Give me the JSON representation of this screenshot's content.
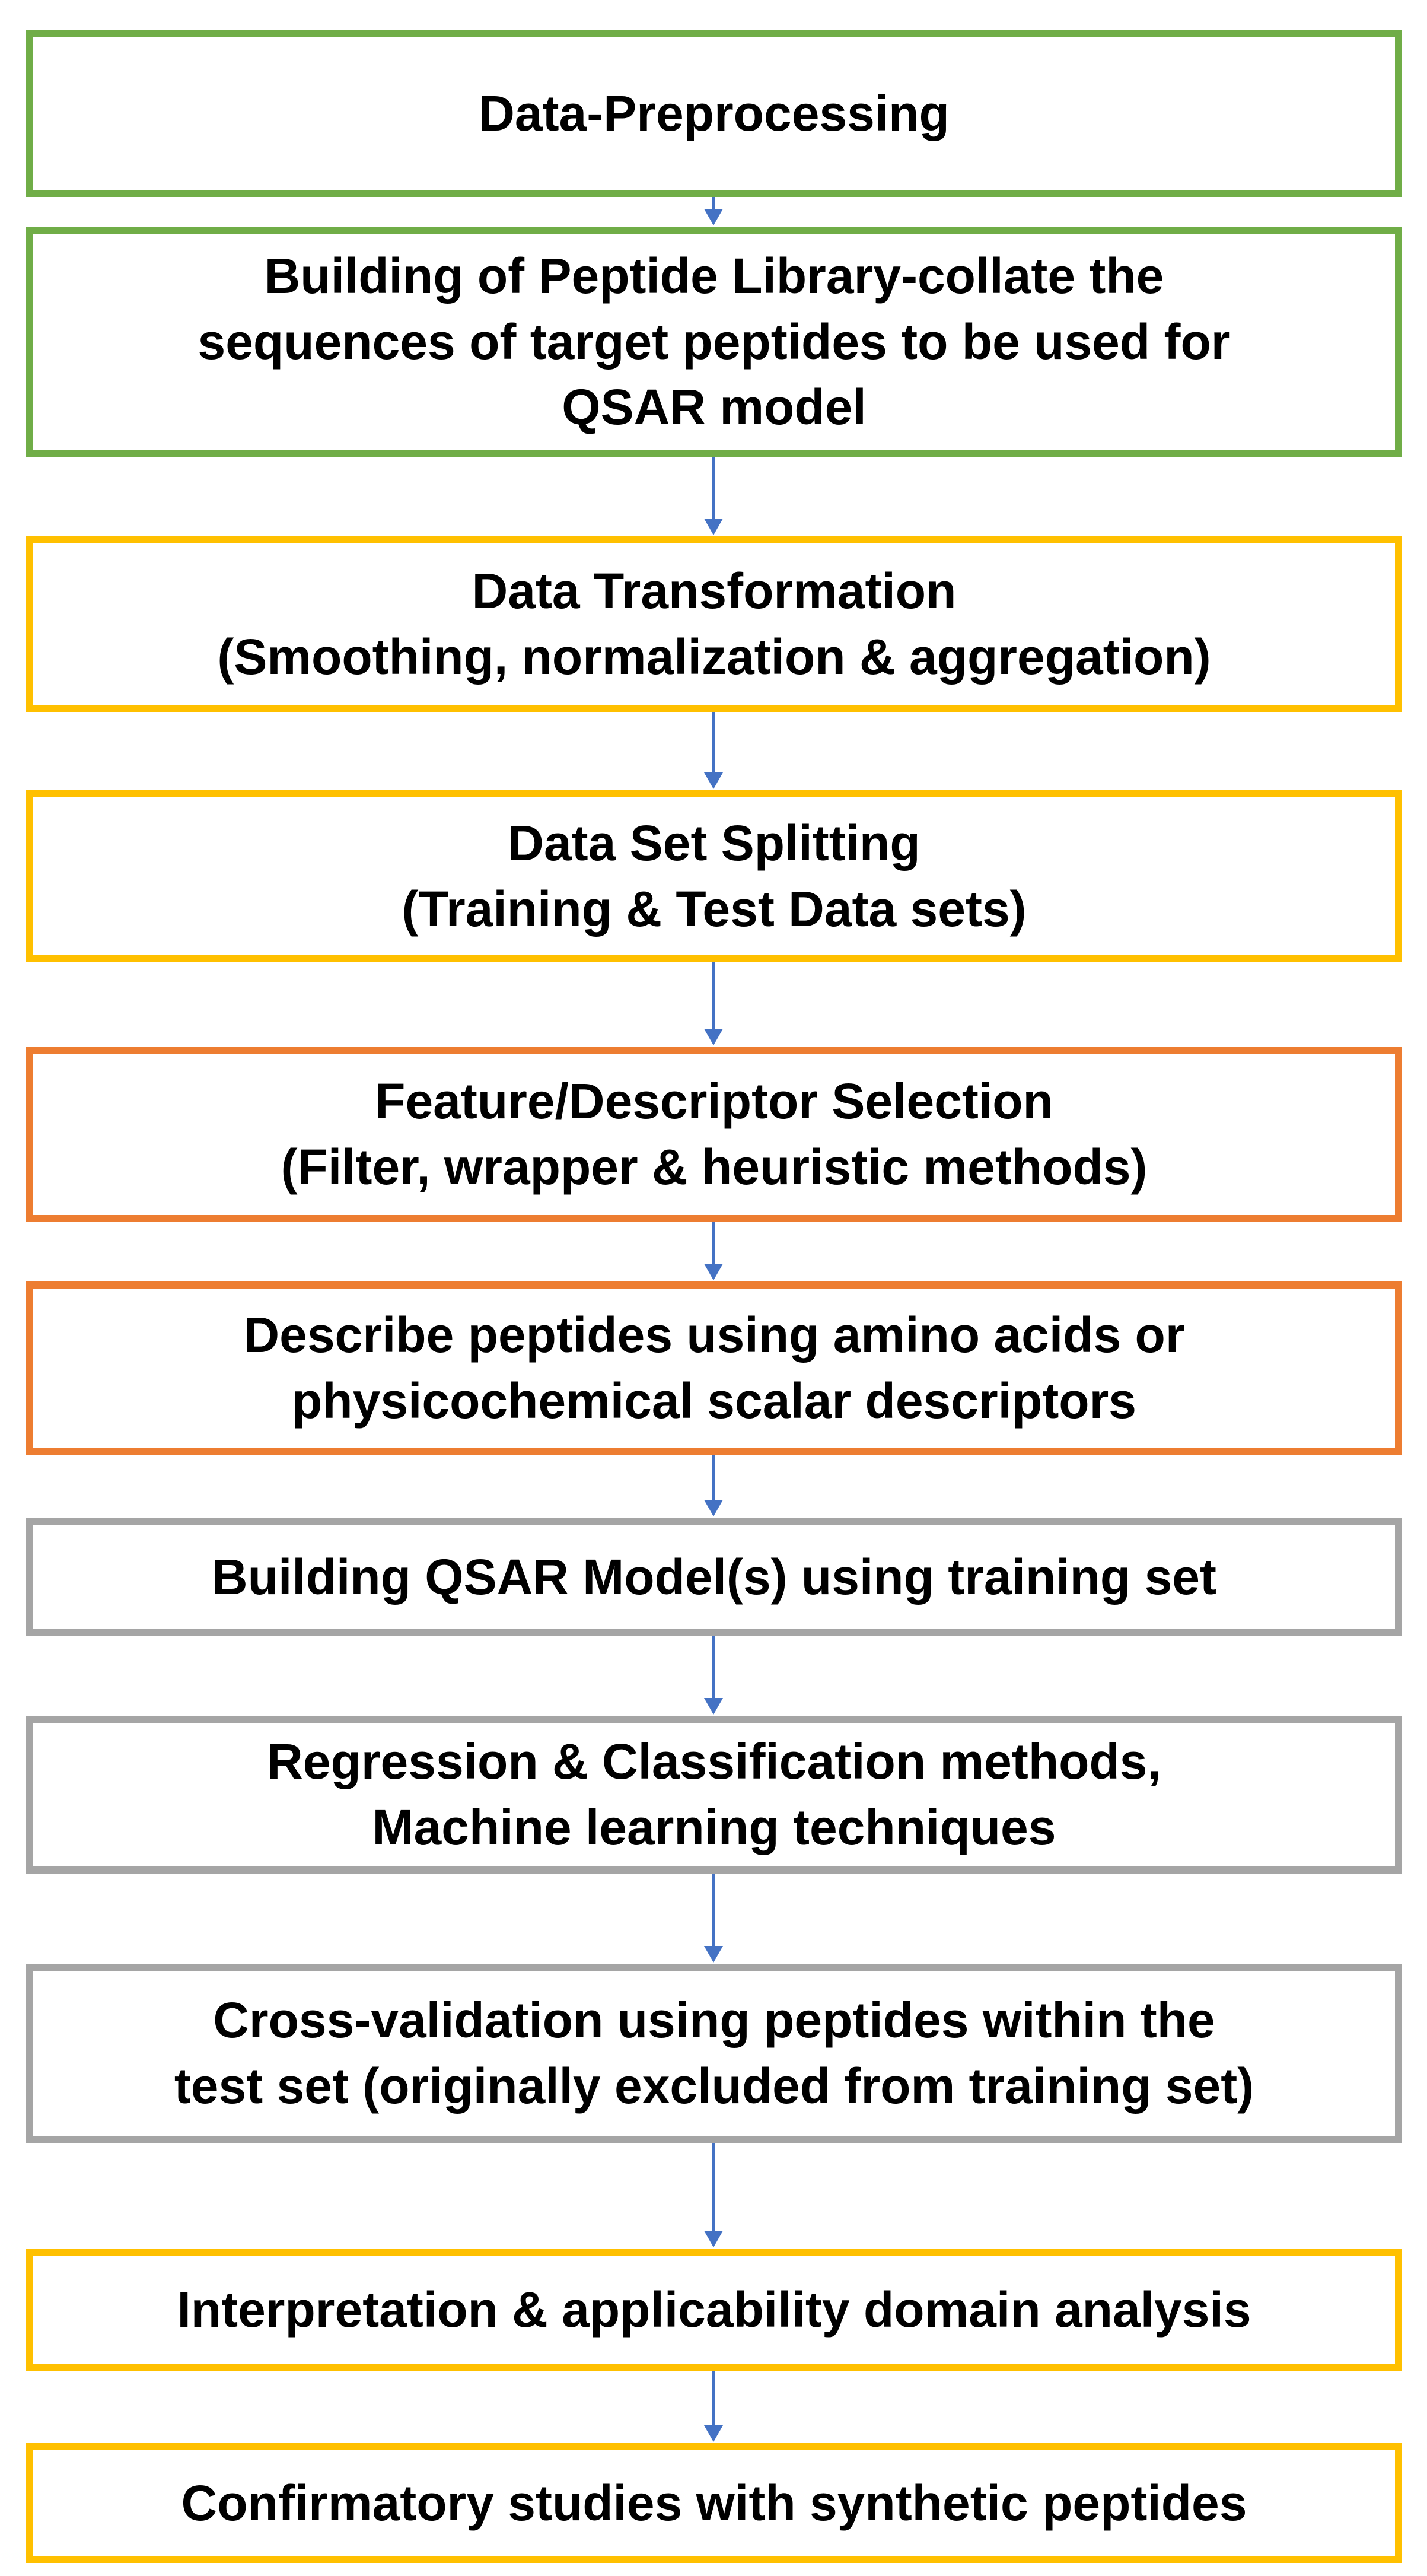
{
  "colors": {
    "green": "#70ad47",
    "yellow": "#ffc000",
    "orange": "#ed7d31",
    "gray": "#a5a5a5",
    "arrow": "#4472c4"
  },
  "steps": [
    {
      "lines": [
        "Data-Preprocessing"
      ],
      "color": "green"
    },
    {
      "lines": [
        "Building of Peptide Library-collate the",
        "sequences of target peptides to be used for",
        "QSAR model"
      ],
      "color": "green"
    },
    {
      "lines": [
        "Data Transformation",
        "(Smoothing, normalization & aggregation)"
      ],
      "color": "yellow"
    },
    {
      "lines": [
        "Data Set Splitting",
        "(Training & Test Data sets)"
      ],
      "color": "yellow"
    },
    {
      "lines": [
        "Feature/Descriptor Selection",
        "(Filter, wrapper & heuristic methods)"
      ],
      "color": "orange"
    },
    {
      "lines": [
        "Describe peptides using amino acids or",
        "physicochemical scalar descriptors"
      ],
      "color": "orange"
    },
    {
      "lines": [
        "Building QSAR Model(s) using training set"
      ],
      "color": "gray"
    },
    {
      "lines": [
        "Regression & Classification methods,",
        "Machine learning techniques"
      ],
      "color": "gray"
    },
    {
      "lines": [
        "Cross-validation using peptides within the",
        "test set (originally excluded from training set)"
      ],
      "color": "gray"
    },
    {
      "lines": [
        "Interpretation & applicability domain analysis"
      ],
      "color": "yellow"
    },
    {
      "lines": [
        "Confirmatory studies with synthetic peptides"
      ],
      "color": "yellow"
    }
  ]
}
